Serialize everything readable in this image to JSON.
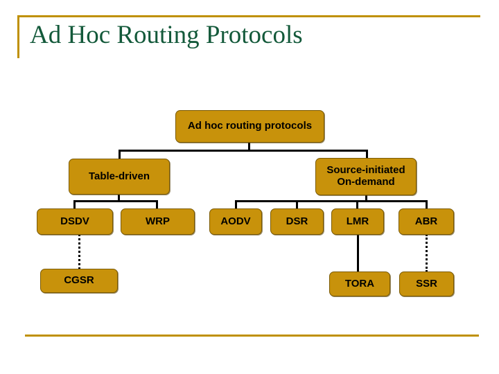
{
  "slide": {
    "title": "Ad Hoc Routing Protocols",
    "title_color": "#13593a",
    "accent_color": "#bf9000",
    "node_fill": "#c8920b",
    "node_border": "#7a5a06",
    "background": "#ffffff"
  },
  "diagram": {
    "type": "tree",
    "root": {
      "id": "root",
      "label": "Ad hoc routing protocols"
    },
    "categories": [
      {
        "id": "table-driven",
        "label": "Table-driven"
      },
      {
        "id": "source-initiated",
        "label": "Source-initiated On-demand",
        "line1": "Source-initiated",
        "line2": "On-demand"
      }
    ],
    "protocols": [
      {
        "id": "dsdv",
        "label": "DSDV",
        "parent": "table-driven"
      },
      {
        "id": "wrp",
        "label": "WRP",
        "parent": "table-driven"
      },
      {
        "id": "aodv",
        "label": "AODV",
        "parent": "source-initiated"
      },
      {
        "id": "dsr",
        "label": "DSR",
        "parent": "source-initiated"
      },
      {
        "id": "lmr",
        "label": "LMR",
        "parent": "source-initiated"
      },
      {
        "id": "abr",
        "label": "ABR",
        "parent": "source-initiated"
      }
    ],
    "sub_protocols": [
      {
        "id": "cgsr",
        "label": "CGSR",
        "parent": "dsdv",
        "link_style": "dotted"
      },
      {
        "id": "tora",
        "label": "TORA",
        "parent": "lmr",
        "link_style": "solid"
      },
      {
        "id": "ssr",
        "label": "SSR",
        "parent": "abr",
        "link_style": "dotted"
      }
    ]
  }
}
